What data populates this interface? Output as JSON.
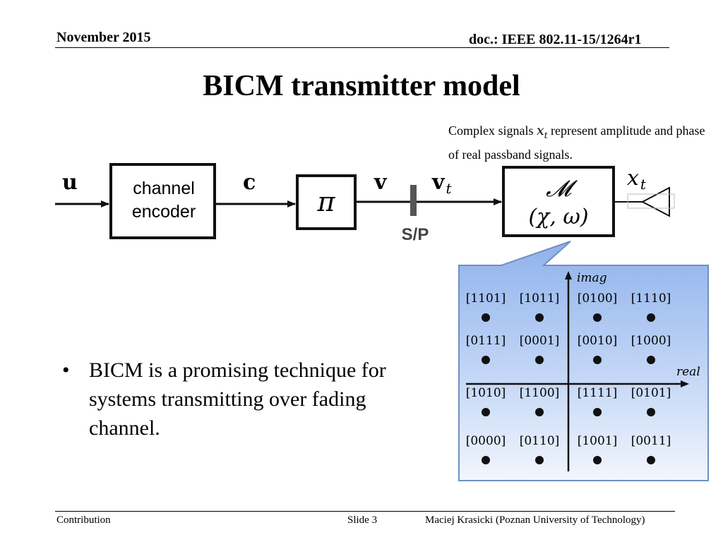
{
  "header": {
    "date": "November 2015",
    "doc": "doc.: IEEE 802.11-15/1264r1"
  },
  "title": "BICM transmitter model",
  "caption": {
    "before": "Complex signals ",
    "math_base": "x",
    "math_sub": "t",
    "after": " represent amplitude and phase of real passband signals."
  },
  "diagram": {
    "input_label": "u",
    "encoder_label_line1": "channel",
    "encoder_label_line2": "encoder",
    "codeword_label": "c",
    "interleaver_label": "π",
    "v_label": "v",
    "vt_base": "v",
    "vt_sub": "t",
    "sp_label": "S/P",
    "mapper_label": "𝓜",
    "mapper_params": "(χ, ω)",
    "output_base": "x",
    "output_sub": "t",
    "colors": {
      "line": "#111111",
      "sp_bar": "#555555",
      "callout_fill": "#a9c6f0"
    }
  },
  "constellation": {
    "axis_imag": "imag",
    "axis_real": "real",
    "points": [
      [
        "[1101]",
        "[1011]",
        "[0100]",
        "[1110]"
      ],
      [
        "[0111]",
        "[0001]",
        "[0010]",
        "[1000]"
      ],
      [
        "[1010]",
        "[1100]",
        "[1111]",
        "[0101]"
      ],
      [
        "[0000]",
        "[0110]",
        "[1001]",
        "[0011]"
      ]
    ]
  },
  "bullet": {
    "marker": "•",
    "text": "BICM is a promising technique for systems transmitting over fading channel."
  },
  "footer": {
    "left": "Contribution",
    "middle": "Slide 3",
    "right": "Maciej Krasicki (Poznan University of Technology)"
  }
}
